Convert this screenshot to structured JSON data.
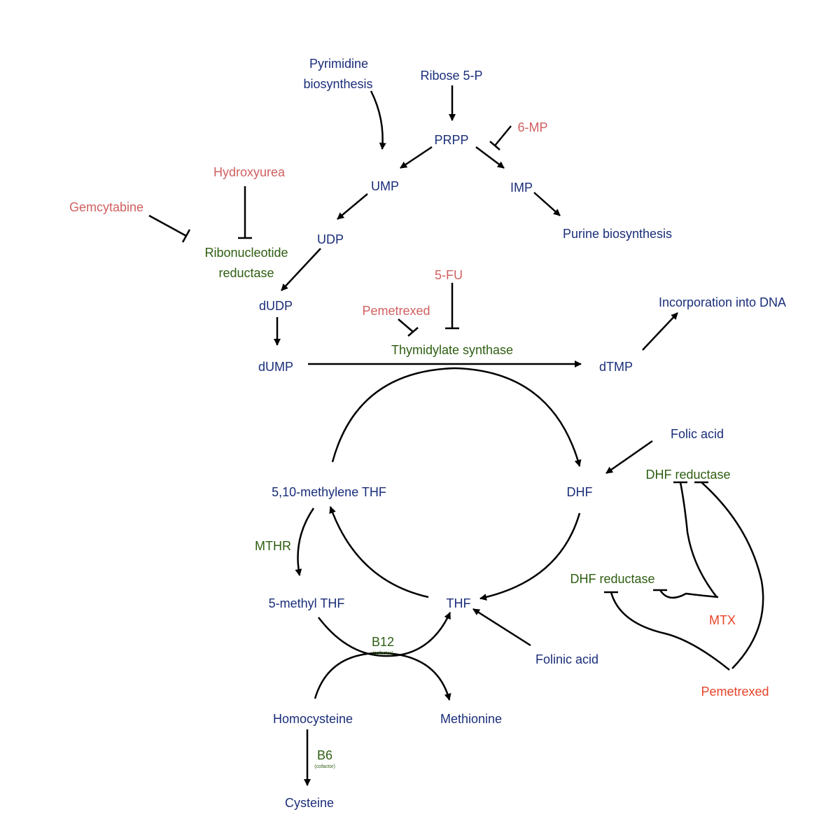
{
  "colors": {
    "metabolite": "#1a2e7a",
    "enzyme": "#2e5e12",
    "drug": "#d06060",
    "drug_strong": "#e8442a",
    "edge": "#000000"
  },
  "metabolites": {
    "pyrimidine_line1": "Pyrimidine",
    "pyrimidine_line2": "biosynthesis",
    "ribose5p": "Ribose 5-P",
    "prpp": "PRPP",
    "ump": "UMP",
    "imp": "IMP",
    "purine_biosynthesis": "Purine biosynthesis",
    "udp": "UDP",
    "dudp": "dUDP",
    "dump": "dUMP",
    "dtmp": "dTMP",
    "incorporation_dna": "Incorporation into DNA",
    "folic_acid": "Folic acid",
    "dhf": "DHF",
    "methylene_thf": "5,10-methylene THF",
    "methyl_thf": "5-methyl THF",
    "thf": "THF",
    "folinic_acid": "Folinic acid",
    "homocysteine": "Homocysteine",
    "methionine": "Methionine",
    "cysteine": "Cysteine"
  },
  "enzymes": {
    "rnr_line1": "Ribonucleotide",
    "rnr_line2": "reductase",
    "thymidylate_synthase": "Thymidylate synthase",
    "dhf_reductase_upper": "DHF reductase",
    "dhf_reductase_lower": "DHF reductase",
    "mthr": "MTHR",
    "b12": "B12",
    "b12_cofactor": "(cofactor)",
    "b6": "B6",
    "b6_cofactor": "(cofactor)"
  },
  "drugs": {
    "six_mp": "6-MP",
    "hydroxyurea": "Hydroxyurea",
    "gemcytabine": "Gemcytabine",
    "five_fu": "5-FU",
    "pemetrexed_ts": "Pemetrexed",
    "mtx": "MTX",
    "pemetrexed_dhfr": "Pemetrexed"
  }
}
